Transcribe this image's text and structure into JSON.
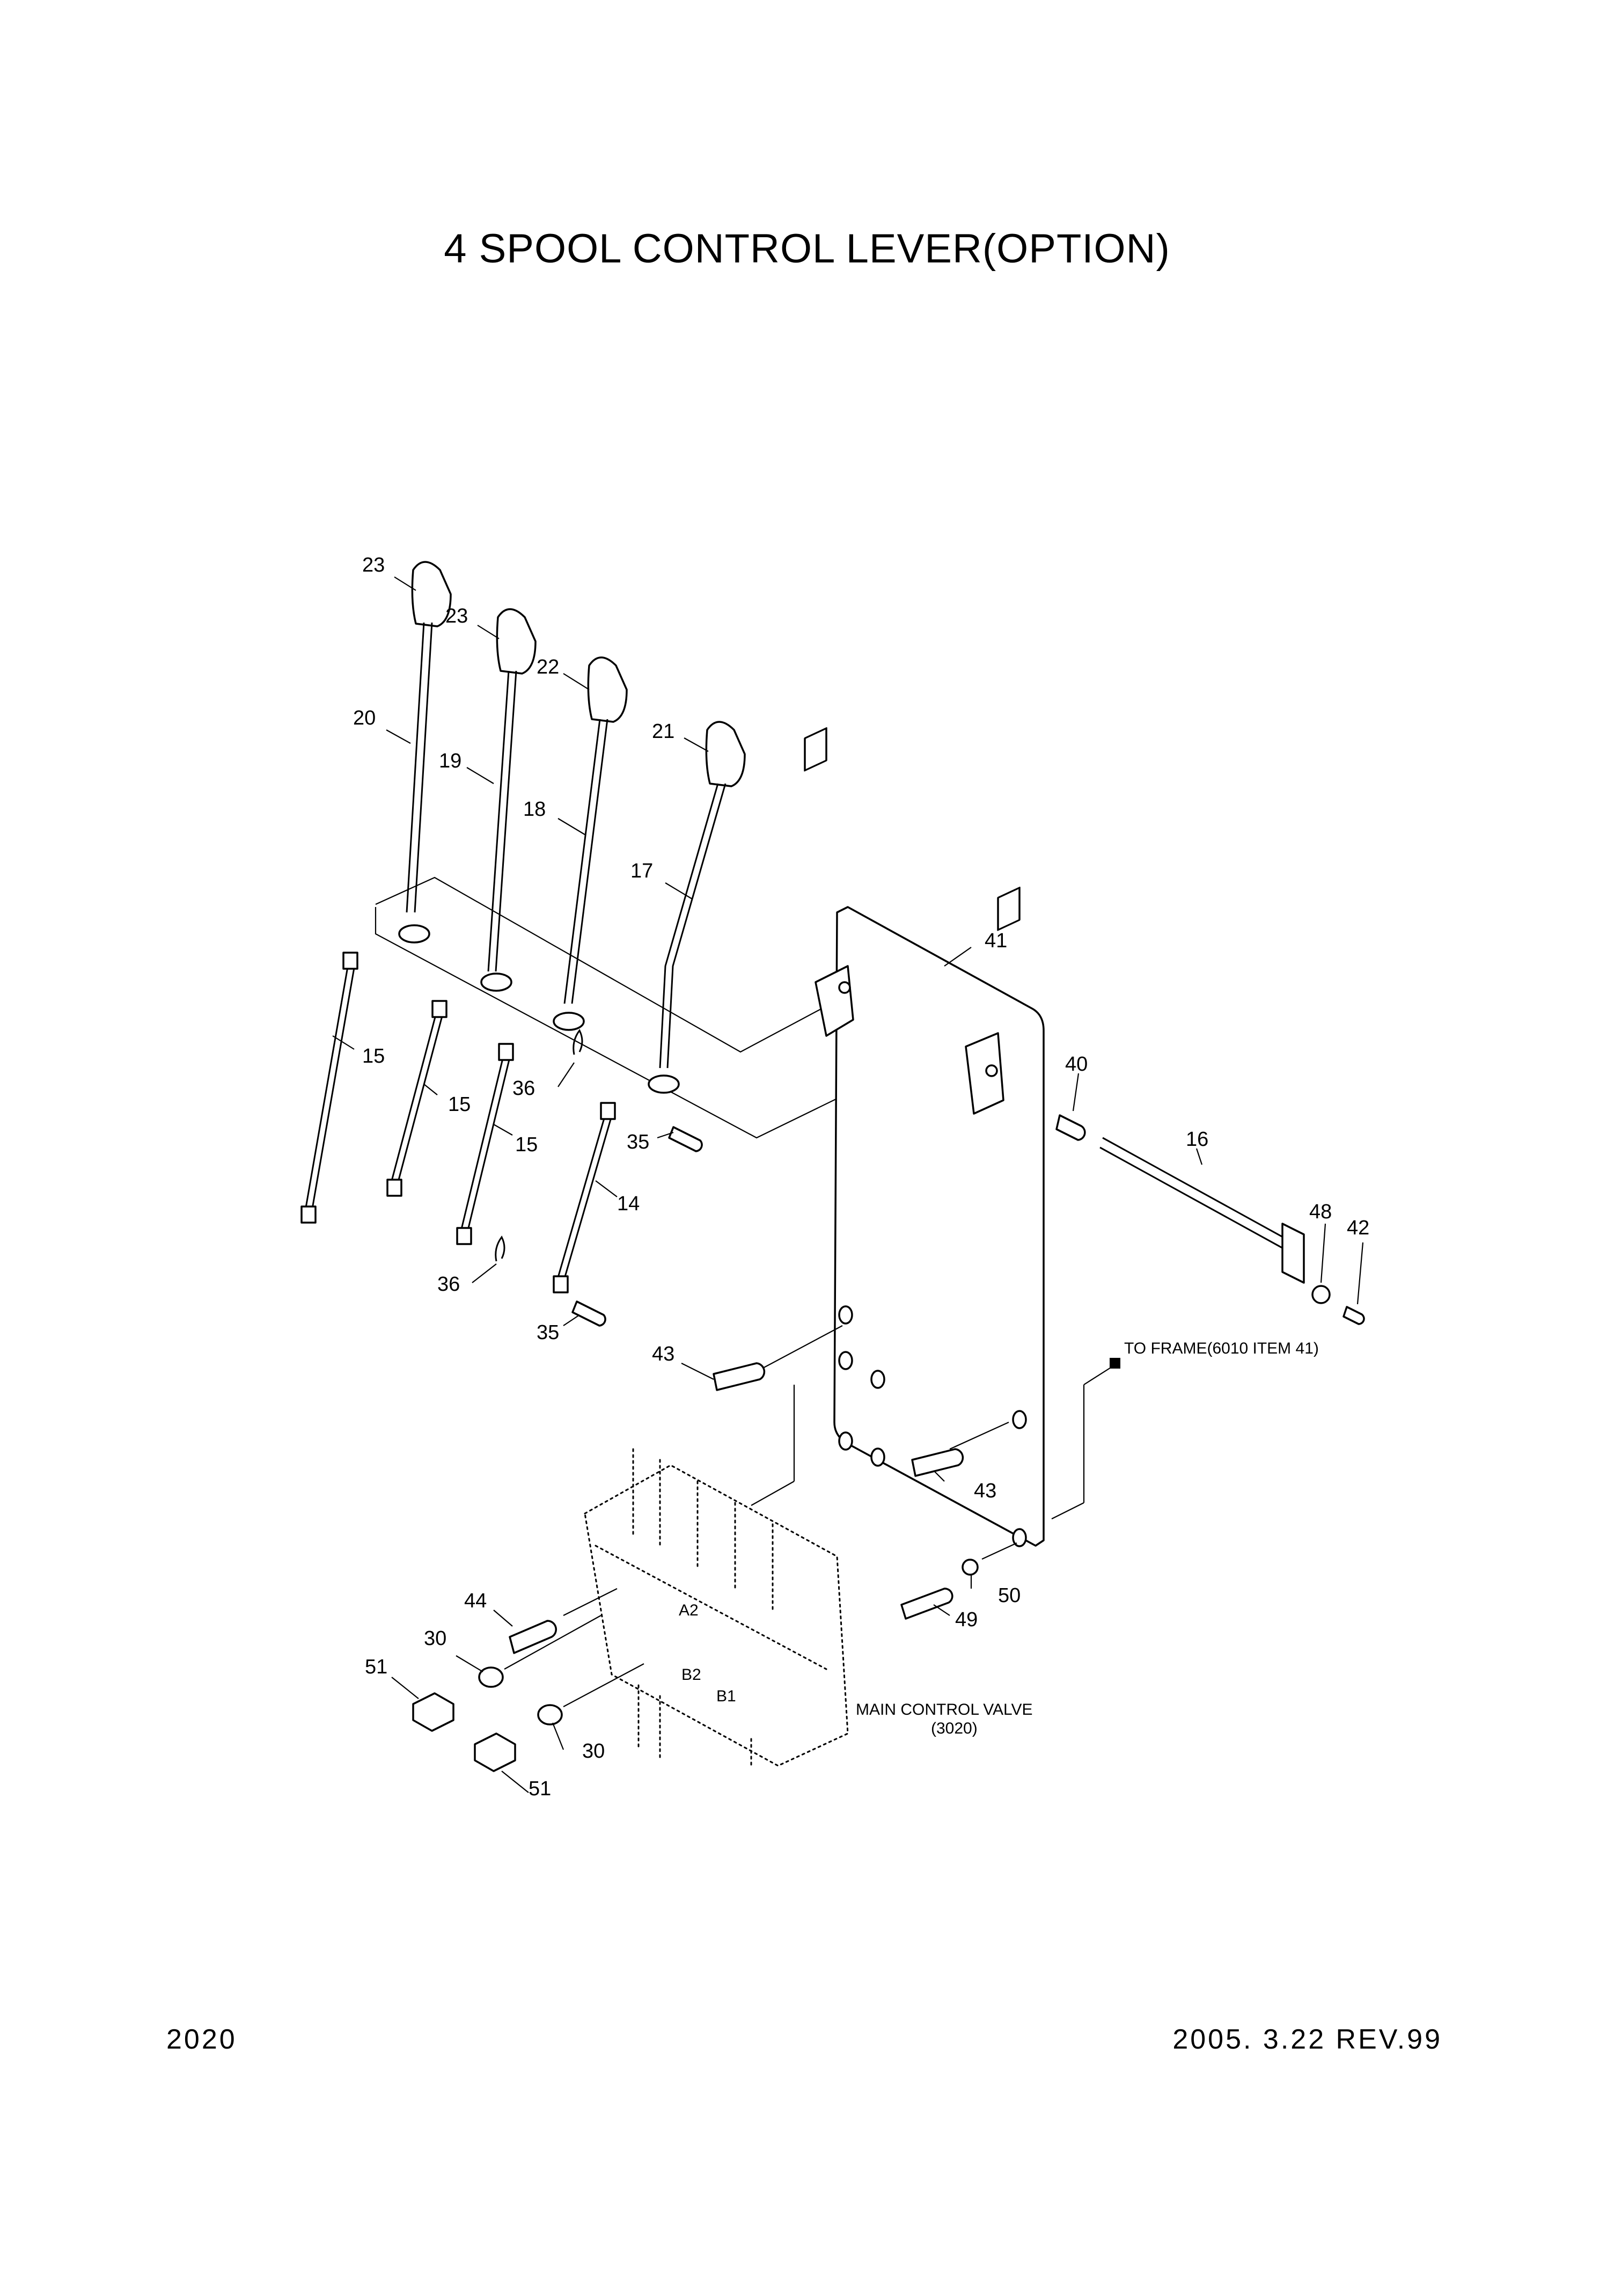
{
  "title": "4 SPOOL CONTROL LEVER(OPTION)",
  "footer": {
    "page_number": "2020",
    "revision": "2005. 3.22 REV.99"
  },
  "callouts": {
    "c23a": "23",
    "c23b": "23",
    "c22": "22",
    "c21": "21",
    "c20": "20",
    "c19": "19",
    "c18": "18",
    "c17": "17",
    "c41": "41",
    "c40": "40",
    "c16": "16",
    "c48": "48",
    "c42": "42",
    "c15a": "15",
    "c15b": "15",
    "c15c": "15",
    "c36a": "36",
    "c36b": "36",
    "c35a": "35",
    "c35b": "35",
    "c14": "14",
    "c43a": "43",
    "c43b": "43",
    "c44": "44",
    "c30a": "30",
    "c30b": "30",
    "c51a": "51",
    "c51b": "51",
    "c49": "49",
    "c50": "50"
  },
  "notes": {
    "to_frame": "TO FRAME(6010 ITEM 41)",
    "mcv_line1": "MAIN CONTROL VALVE",
    "mcv_line2": "(3020)",
    "port_a2": "A2",
    "port_b2": "B2",
    "port_b1": "B1"
  }
}
